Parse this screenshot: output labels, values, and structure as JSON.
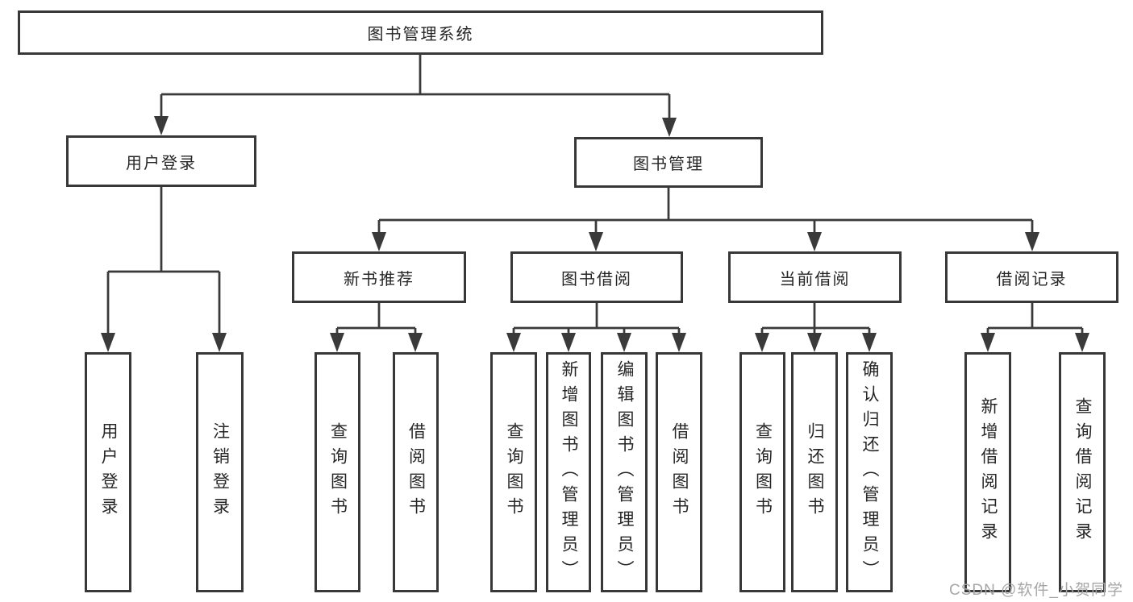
{
  "diagram": {
    "type": "hierarchy-tree",
    "root": {
      "label": "图书管理系统"
    },
    "level2": [
      {
        "id": "user-login",
        "label": "用户登录",
        "parent": "图书管理系统"
      },
      {
        "id": "book-management",
        "label": "图书管理",
        "parent": "图书管理系统"
      }
    ],
    "level3": [
      {
        "id": "new-book-recommend",
        "label": "新书推荐",
        "parent": "图书管理"
      },
      {
        "id": "book-borrow",
        "label": "图书借阅",
        "parent": "图书管理"
      },
      {
        "id": "current-borrow",
        "label": "当前借阅",
        "parent": "图书管理"
      },
      {
        "id": "borrow-record",
        "label": "借阅记录",
        "parent": "图书管理"
      }
    ],
    "leaves": [
      {
        "id": "leaf-user-login",
        "label": "用户登录",
        "parent": "用户登录"
      },
      {
        "id": "leaf-logout",
        "label": "注销登录",
        "parent": "用户登录"
      },
      {
        "id": "leaf-query-books-rec",
        "label": "查询图书",
        "parent": "新书推荐"
      },
      {
        "id": "leaf-borrow-books-rec",
        "label": "借阅图书",
        "parent": "新书推荐"
      },
      {
        "id": "leaf-query-books-borrow",
        "label": "查询图书",
        "parent": "图书借阅"
      },
      {
        "id": "leaf-add-books-admin",
        "label": "新增图书（管理员）",
        "parent": "图书借阅"
      },
      {
        "id": "leaf-edit-books-admin",
        "label": "编辑图书（管理员）",
        "parent": "图书借阅"
      },
      {
        "id": "leaf-borrow-books",
        "label": "借阅图书",
        "parent": "图书借阅"
      },
      {
        "id": "leaf-query-books-current",
        "label": "查询图书",
        "parent": "当前借阅"
      },
      {
        "id": "leaf-return-books",
        "label": "归还图书",
        "parent": "当前借阅"
      },
      {
        "id": "leaf-confirm-return",
        "label": "确认归还（管理员）",
        "parent": "当前借阅"
      },
      {
        "id": "leaf-add-borrow-record",
        "label": "新增借阅记录",
        "parent": "借阅记录"
      },
      {
        "id": "leaf-query-borrow-record",
        "label": "查询借阅记录",
        "parent": "借阅记录"
      }
    ]
  },
  "watermark": {
    "text": "CSDN @软件_小贺同学"
  },
  "colors": {
    "line": "#3a3a3a",
    "border": "#383838",
    "text": "#262626",
    "watermark": "#a6a6a6",
    "background": "#ffffff"
  }
}
